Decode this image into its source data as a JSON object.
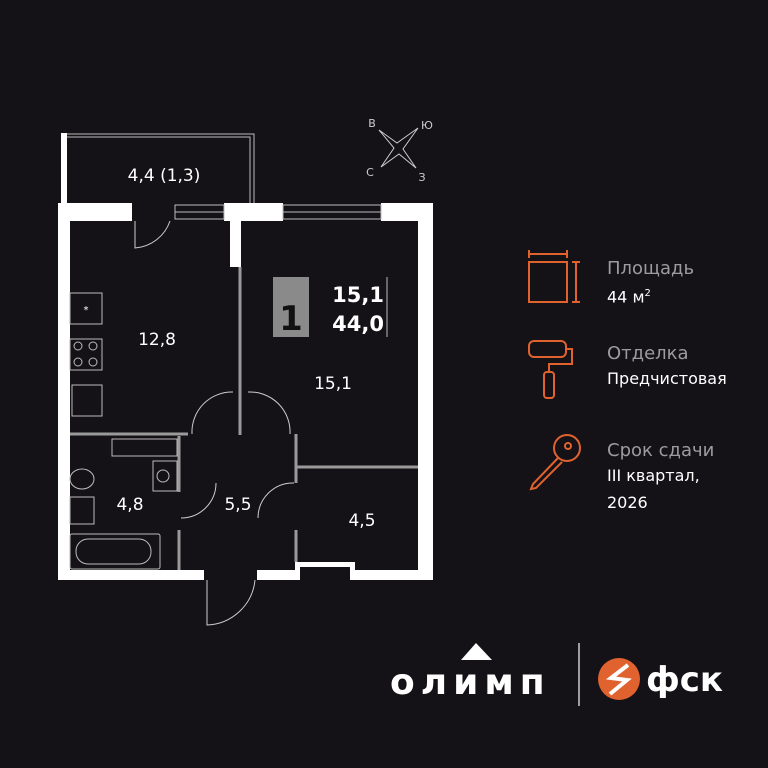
{
  "plan": {
    "rooms": {
      "balcony": "4,4 (1,3)",
      "kitchen": "12,8",
      "living": "15,1",
      "bathroom": "4,8",
      "hall": "5,5",
      "storage": "4,5"
    },
    "badge": {
      "rooms": "1",
      "living_area": "15,1",
      "total_area": "44,0"
    },
    "compass": {
      "n": "В",
      "e": "Ю",
      "w": "С",
      "s": "З"
    }
  },
  "info": [
    {
      "icon": "area-icon",
      "title": "Площадь",
      "value": "44 м",
      "value_sup": "2"
    },
    {
      "icon": "paint-roller-icon",
      "title": "Отделка",
      "value": "Предчистовая"
    },
    {
      "icon": "key-icon",
      "title": "Срок сдачи",
      "value": "III квартал,",
      "value2": "2026"
    }
  ],
  "logos": {
    "project": "олимп",
    "developer": "фск"
  },
  "colors": {
    "background": "#141217",
    "accent": "#e0622f",
    "wall": "#ffffff",
    "badge": "#8a8a8a"
  }
}
